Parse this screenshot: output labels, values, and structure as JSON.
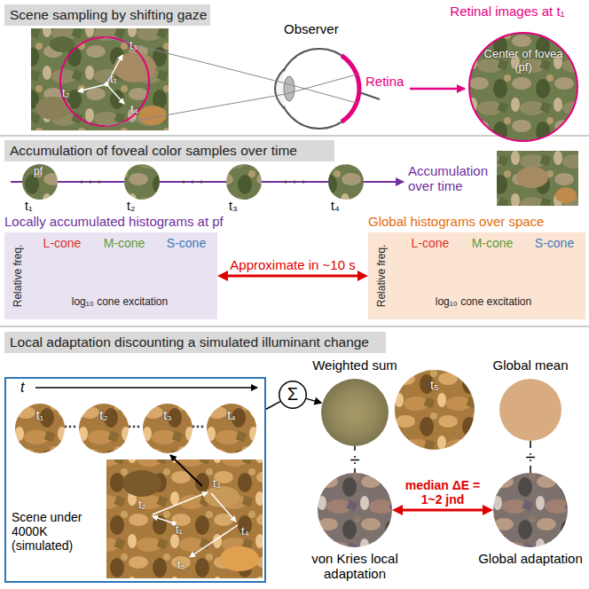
{
  "diagram": {
    "nodes": [
      {
        "text": [
          "Scene sampling by shifting gaze"
        ]
      },
      {
        "text": [
          "Retinal images at t₁",
          "Center of fovea (pf)"
        ]
      },
      {
        "text": [
          "Accumulation of foveal color samples over time"
        ]
      },
      {
        "text": [
          "Locally accumulated histograms at pf",
          "L-cone",
          "M-cone",
          "S-cone",
          "Relative freq.",
          "log₁₀ cone excitation"
        ]
      },
      {
        "text": [
          "Global histograms over space",
          "L-cone",
          "M-cone",
          "S-cone",
          "Relative freq.",
          "log₁₀ cone excitation"
        ]
      },
      {
        "text": [
          "Local adaptation discounting a simulated illuminant change"
        ]
      },
      {
        "text": [
          "t",
          "Scene under 4000K (simulated)"
        ]
      },
      {
        "text": [
          "t₁"
        ],
        "in": 6
      },
      {
        "text": [
          "t₂"
        ],
        "in": 6
      },
      {
        "text": [
          "t₃"
        ],
        "in": 6
      },
      {
        "text": [
          "t₄"
        ],
        "in": 6
      },
      {
        "text": [
          "Σ"
        ]
      },
      {
        "text": [
          "Weighted sum"
        ]
      },
      {
        "text": [
          "t₅"
        ]
      },
      {
        "text": [
          "Global mean"
        ]
      },
      {
        "text": [
          "von Kries local adaptation"
        ]
      },
      {
        "text": [
          "Global adaptation"
        ]
      }
    ],
    "edges": [
      {
        "from": 3,
        "to": 4,
        "arrow": "both",
        "label": "Approximate in ~10 s"
      },
      {
        "from": 6,
        "to": 11,
        "arrow": "none"
      },
      {
        "from": 11,
        "to": 12,
        "arrow": "to"
      },
      {
        "from": 12,
        "to": 15,
        "arrow": "none",
        "label": "÷"
      },
      {
        "from": 14,
        "to": 16,
        "arrow": "none",
        "label": "÷"
      },
      {
        "from": 15,
        "to": 16,
        "arrow": "both",
        "label": "median ΔE = 1~2 jnd"
      }
    ],
    "labels": [
      "Observer",
      "Retina",
      "t₁",
      "t₂",
      "t₃",
      "t₄",
      "pf",
      "t₁",
      "t₂",
      "t₃",
      "t₄",
      "Accumulation over time",
      "t₁",
      "t₂",
      "t₃",
      "t₄",
      "t₅"
    ]
  }
}
